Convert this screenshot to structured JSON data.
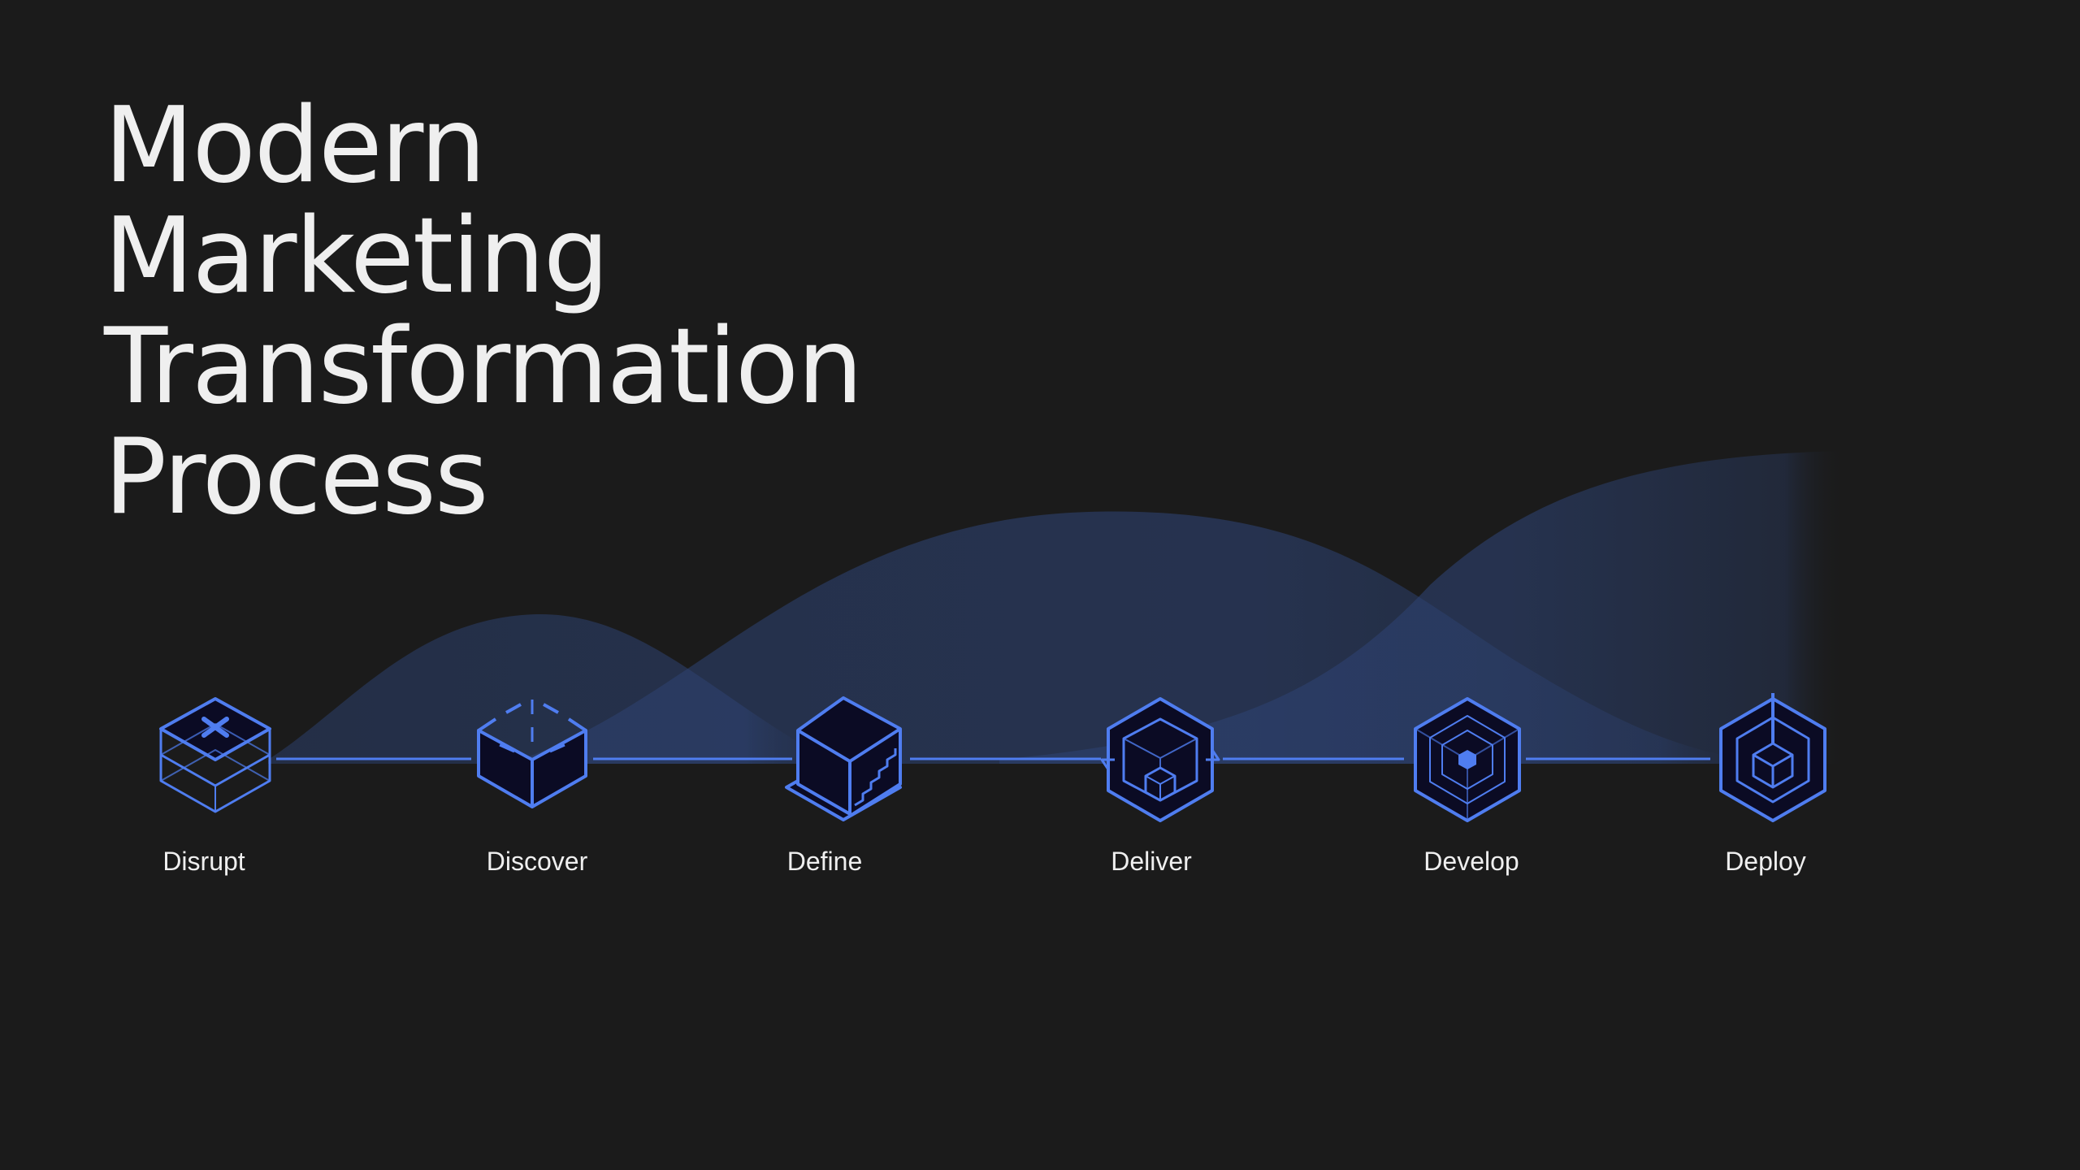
{
  "title_lines": [
    "Modern",
    "Marketing",
    "Transformation",
    "Process"
  ],
  "stages": [
    {
      "label": "Disrupt",
      "icon": "disrupt-layers-icon"
    },
    {
      "label": "Discover",
      "icon": "discover-open-box-icon"
    },
    {
      "label": "Define",
      "icon": "define-cube-stairs-icon"
    },
    {
      "label": "Deliver",
      "icon": "deliver-cycle-cube-icon"
    },
    {
      "label": "Develop",
      "icon": "develop-concentric-hex-icon"
    },
    {
      "label": "Deploy",
      "icon": "deploy-target-cube-icon"
    }
  ],
  "colors": {
    "background": "#1b1b1b",
    "text": "#efefef",
    "accent": "#4f7df0",
    "icon_fill": "#0b0b24",
    "wave": "#2d4272"
  }
}
